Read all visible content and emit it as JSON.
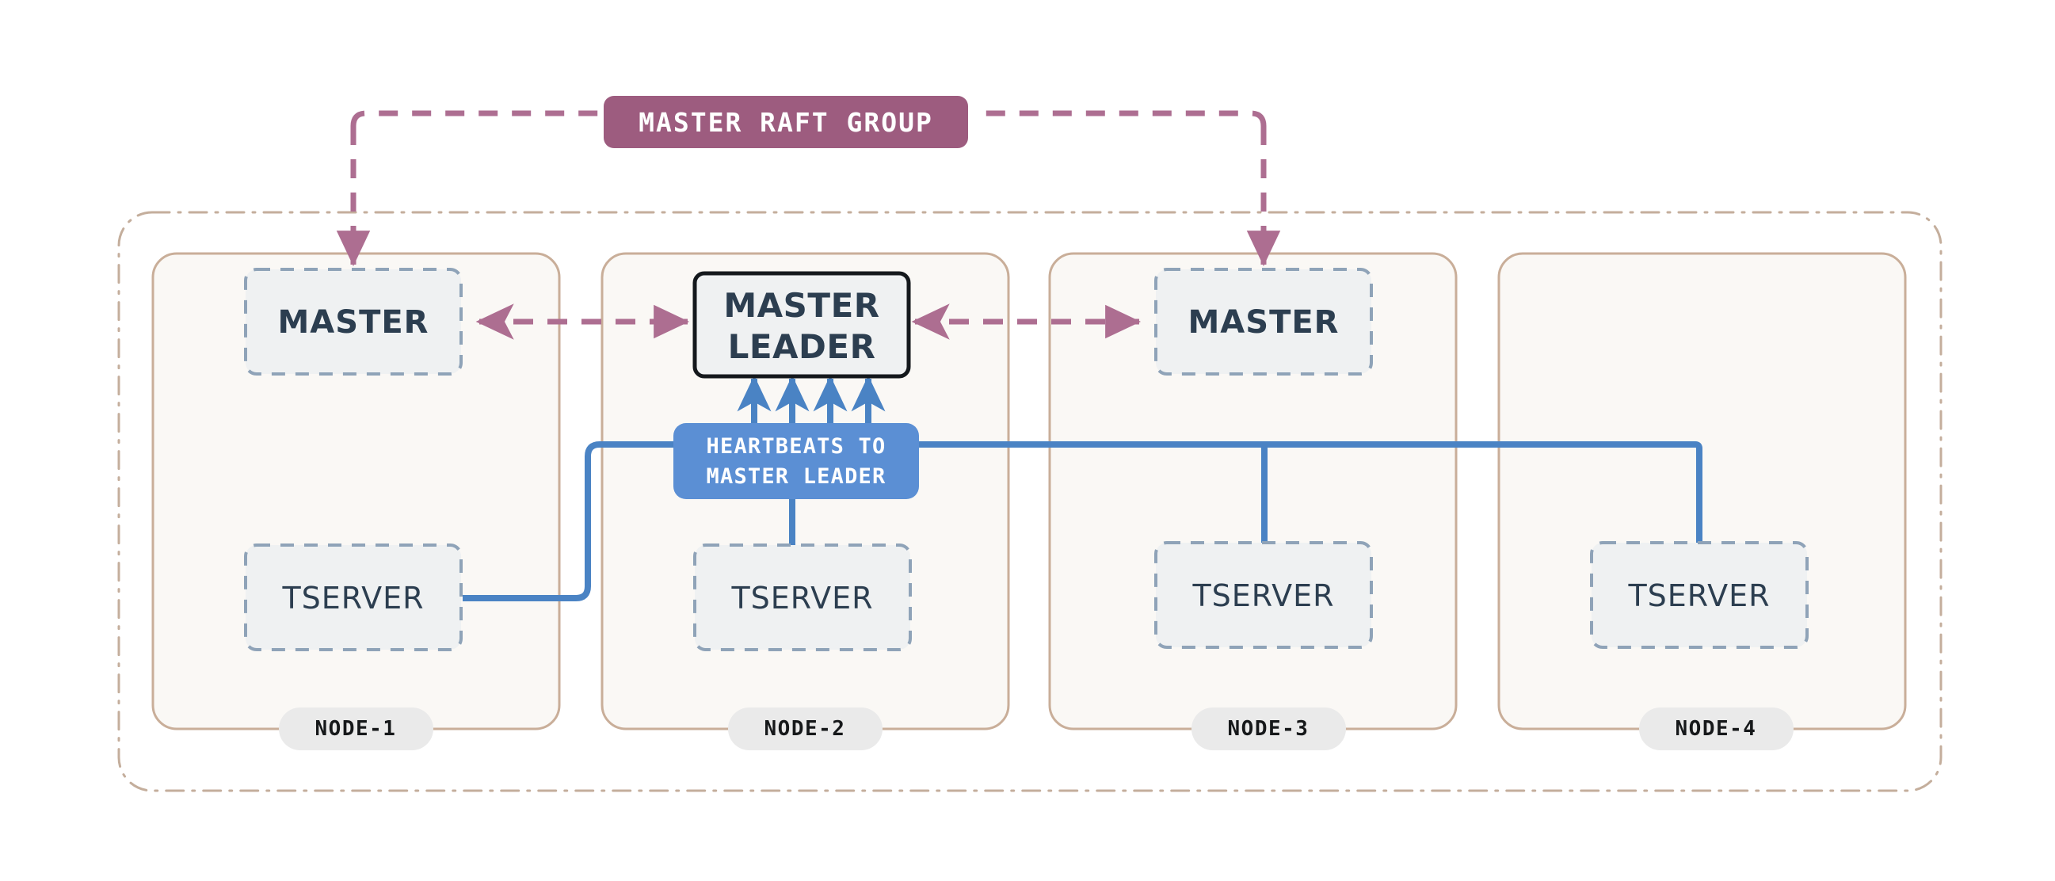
{
  "diagram": {
    "title_label": "MASTER RAFT GROUP",
    "heartbeats_label_line1": "HEARTBEATS TO",
    "heartbeats_label_line2": "MASTER LEADER",
    "leader_label_line1": "MASTER",
    "leader_label_line2": "LEADER",
    "master_label": "MASTER",
    "tserver_label": "TSERVER",
    "colors": {
      "raft_group_fill": "#9D5C7F",
      "raft_arrow": "#AD6E91",
      "heartbeat_fill": "#5B8FD4",
      "heartbeat_line": "#4A83C4",
      "process_fill": "#EFF1F2",
      "process_border": "#8FA3B8",
      "leader_border": "#14181C",
      "node_border": "#C9AE99",
      "node_fill": "#FAF8F5",
      "cluster_border": "#C4AE9C",
      "node_pill_fill": "#EAEAEA",
      "text_dark": "#2C3E50",
      "page_background": "#FFFFFF"
    },
    "nodes": [
      {
        "id": "node-1",
        "pill_label": "NODE-1",
        "master": "MASTER",
        "master_kind": "follower",
        "tserver": "TSERVER"
      },
      {
        "id": "node-2",
        "pill_label": "NODE-2",
        "master": "MASTER LEADER",
        "master_kind": "leader",
        "tserver": "TSERVER"
      },
      {
        "id": "node-3",
        "pill_label": "NODE-3",
        "master": "MASTER",
        "master_kind": "follower",
        "tserver": "TSERVER"
      },
      {
        "id": "node-4",
        "pill_label": "NODE-4",
        "master": null,
        "master_kind": "none",
        "tserver": "TSERVER"
      }
    ],
    "connections": [
      {
        "from": "master-raft-group",
        "to": "master-node-1",
        "style": "dashed",
        "color": "#AD6E91"
      },
      {
        "from": "master-raft-group",
        "to": "master-node-3",
        "style": "dashed",
        "color": "#AD6E91"
      },
      {
        "from": "master-node-1",
        "to": "master-leader",
        "style": "dashed-bidirectional",
        "color": "#AD6E91"
      },
      {
        "from": "master-leader",
        "to": "master-node-3",
        "style": "dashed-bidirectional",
        "color": "#AD6E91"
      },
      {
        "from": "tserver-node-1",
        "to": "master-leader",
        "style": "solid",
        "color": "#4A83C4"
      },
      {
        "from": "tserver-node-2",
        "to": "master-leader",
        "style": "solid",
        "color": "#4A83C4"
      },
      {
        "from": "tserver-node-3",
        "to": "master-leader",
        "style": "solid",
        "color": "#4A83C4"
      },
      {
        "from": "tserver-node-4",
        "to": "master-leader",
        "style": "solid",
        "color": "#4A83C4"
      }
    ]
  }
}
